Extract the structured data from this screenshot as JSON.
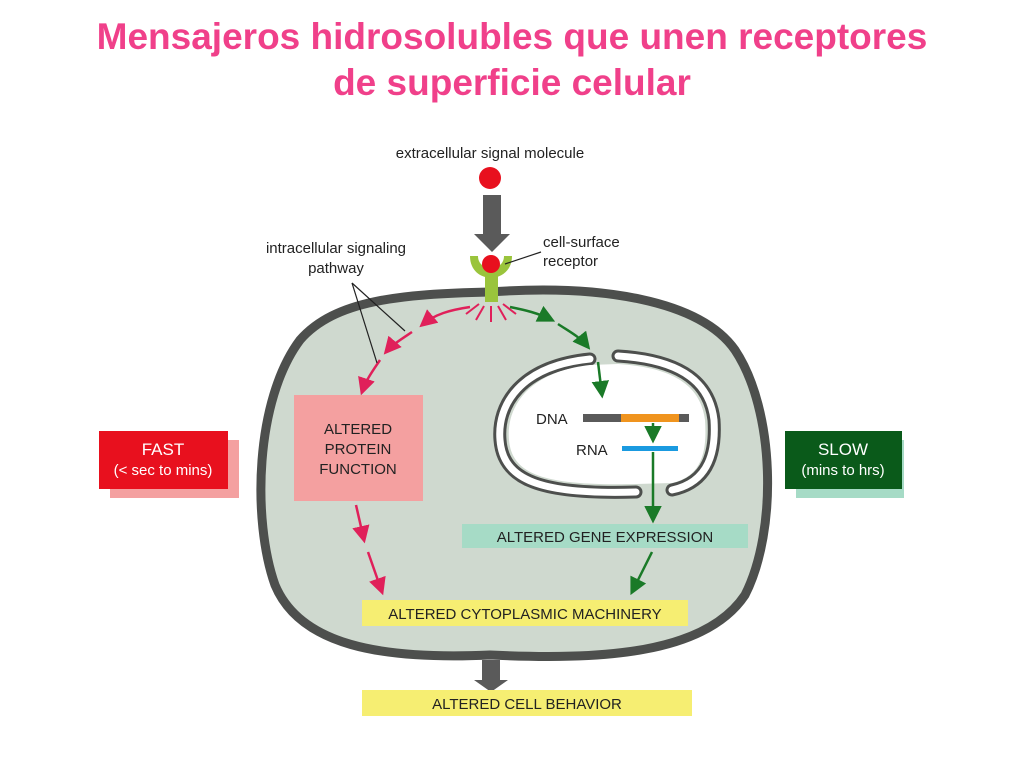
{
  "title": {
    "line1": "Mensajeros hidrosolubles que unen receptores",
    "line2": "de superficie celular"
  },
  "labels": {
    "signal_molecule": "extracellular signal molecule",
    "receptor_line1": "cell-surface",
    "receptor_line2": "receptor",
    "pathway_line1": "intracellular signaling",
    "pathway_line2": "pathway",
    "dna": "DNA",
    "rna": "RNA"
  },
  "boxes": {
    "protein_line1": "ALTERED",
    "protein_line2": "PROTEIN",
    "protein_line3": "FUNCTION",
    "gene_expression": "ALTERED GENE EXPRESSION",
    "cytoplasmic": "ALTERED CYTOPLASMIC MACHINERY",
    "behavior": "ALTERED CELL BEHAVIOR"
  },
  "speed": {
    "fast_title": "FAST",
    "fast_detail": "(< sec to mins)",
    "slow_title": "SLOW",
    "slow_detail": "(mins to hrs)"
  },
  "colors": {
    "title": "#f0408a",
    "cell_fill": "#cfd9cf",
    "membrane": "#4d4f4d",
    "fast_pathway": "#e0205a",
    "slow_pathway": "#1a7a28",
    "protein_box": "#f4a0a0",
    "gene_box": "#a6dbc6",
    "yellow_box": "#f6ee72",
    "fast_box": "#e8101e",
    "slow_box": "#0a5a1a",
    "signal_molecule": "#e8101e",
    "receptor": "#9ac43c",
    "dna_gray": "#5a5a5a",
    "dna_gene": "#f0941e",
    "rna": "#1a9ae0"
  }
}
